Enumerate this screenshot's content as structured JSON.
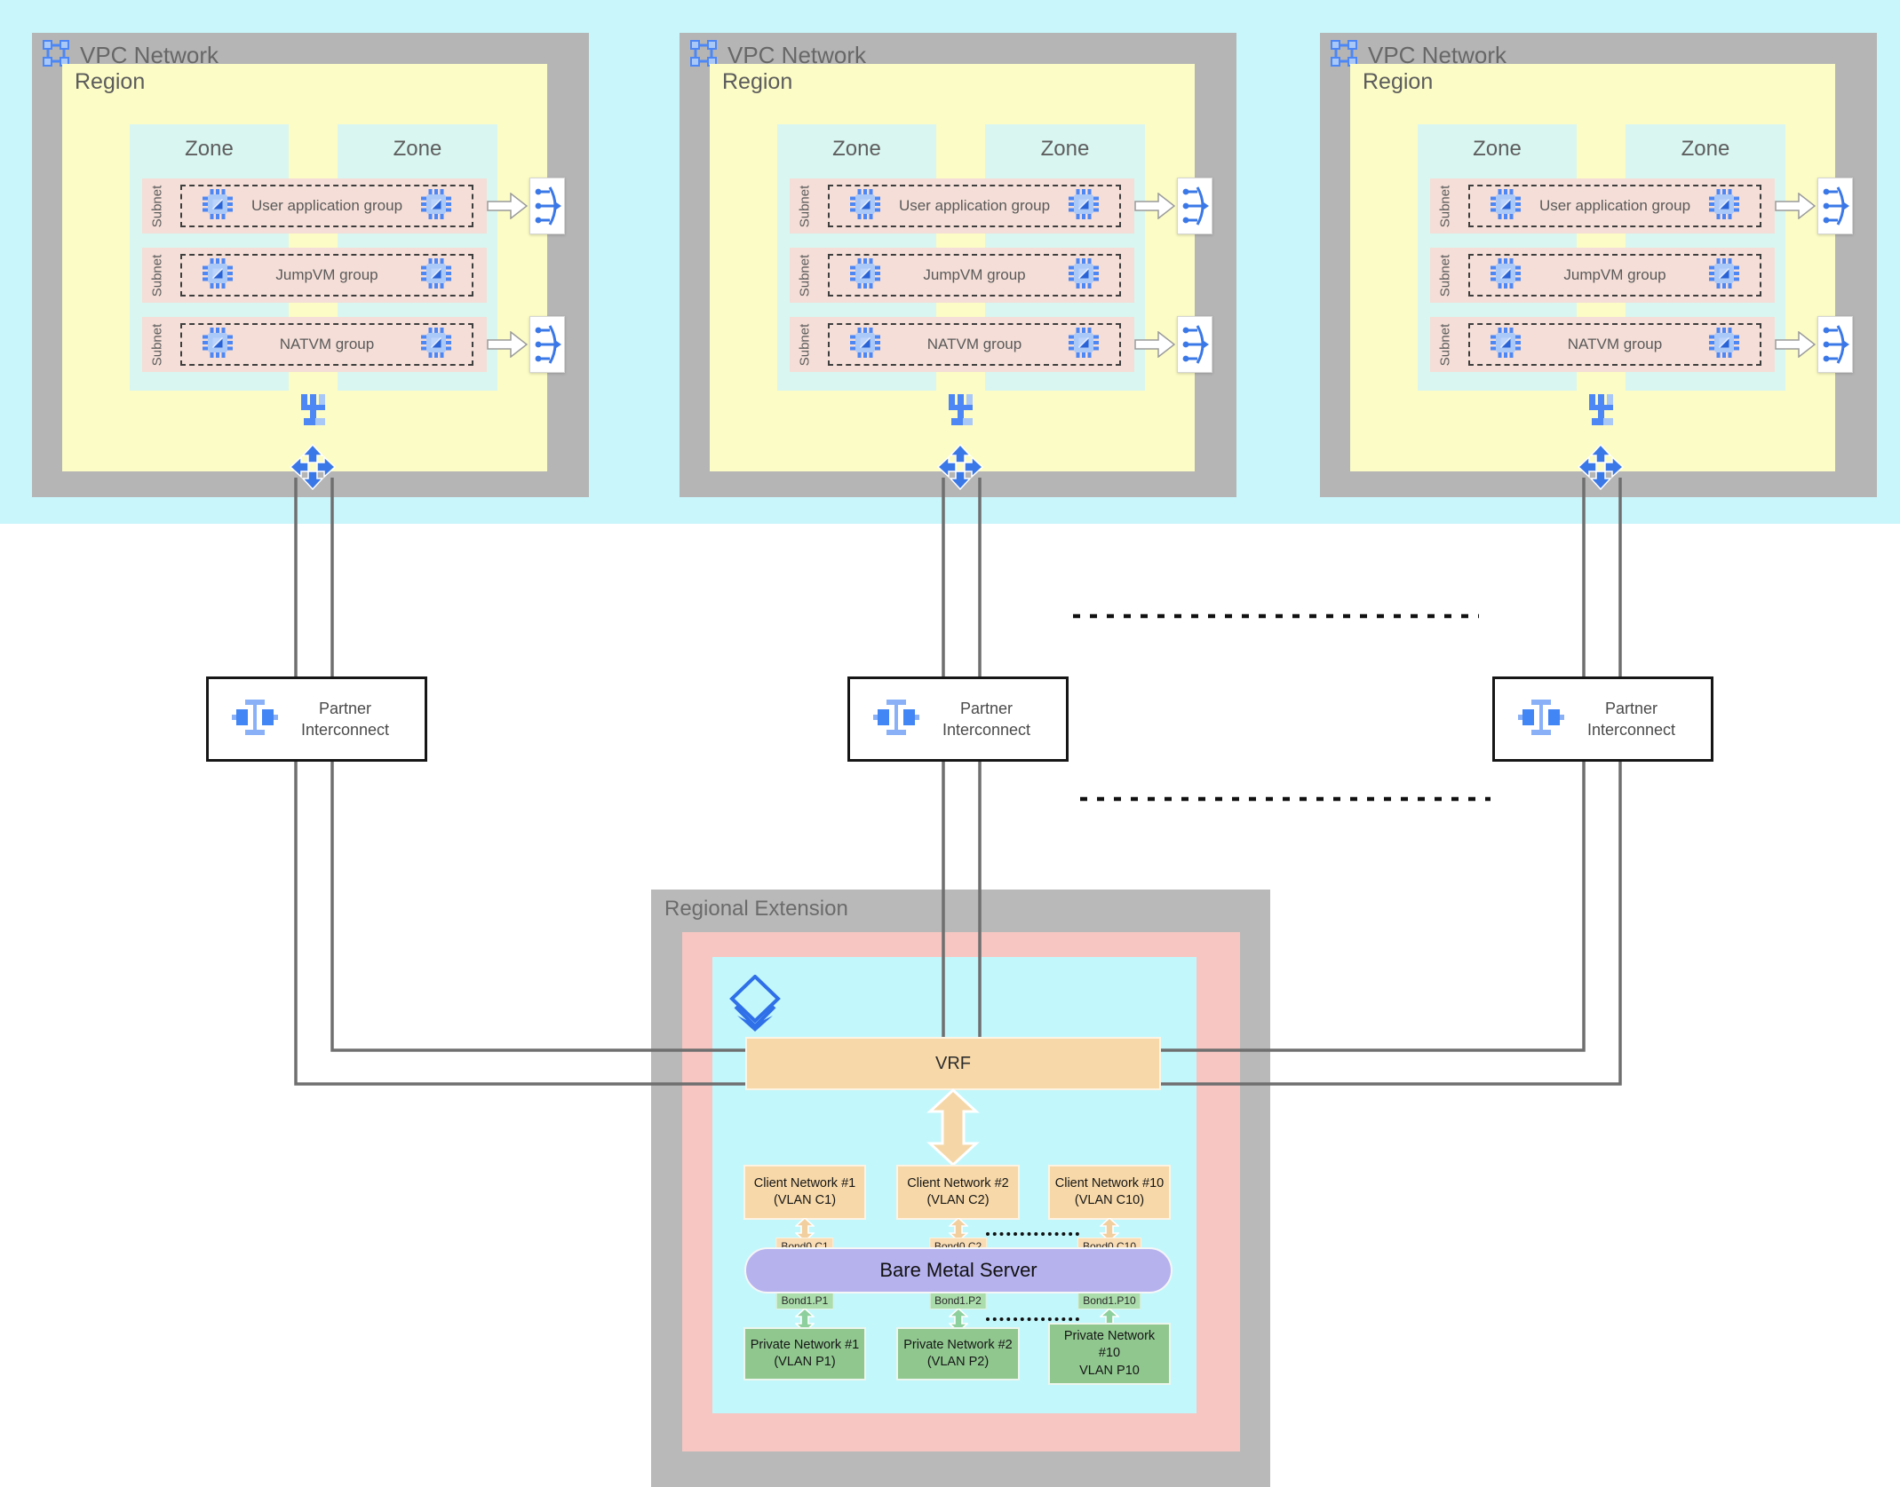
{
  "colors": {
    "band_cyan": "#c9f6fb",
    "vpc_gray": "#b5b5b5",
    "region_yellow": "#fcfcc6",
    "zone_cyan": "#d9f6f1",
    "subnet_pink": "#f4ded7",
    "re_gray": "#b9b9b9",
    "re_pink": "#f7c6c2",
    "re_cyan": "#c2f7fc",
    "orange_fill": "#f7d8a8",
    "bms_purple": "#b6b2ee",
    "pn_green": "#90c78f",
    "icon_blue": "#4d87f5",
    "icon_blue_light": "#a9c7f7",
    "line_gray": "#6f6f6f"
  },
  "vpc_networks": [
    {
      "title": "VPC Network",
      "region": {
        "title": "Region",
        "zones": [
          {
            "title": "Zone"
          },
          {
            "title": "Zone"
          }
        ],
        "subnets": [
          {
            "side_label": "Subnet",
            "group": "User application group",
            "has_lb": true
          },
          {
            "side_label": "Subnet",
            "group": "JumpVM group",
            "has_lb": false
          },
          {
            "side_label": "Subnet",
            "group": "NATVM group",
            "has_lb": true
          }
        ]
      }
    },
    {
      "title": "VPC Network",
      "region": {
        "title": "Region",
        "zones": [
          {
            "title": "Zone"
          },
          {
            "title": "Zone"
          }
        ],
        "subnets": [
          {
            "side_label": "Subnet",
            "group": "User application group",
            "has_lb": true
          },
          {
            "side_label": "Subnet",
            "group": "JumpVM group",
            "has_lb": false
          },
          {
            "side_label": "Subnet",
            "group": "NATVM group",
            "has_lb": true
          }
        ]
      }
    },
    {
      "title": "VPC Network",
      "region": {
        "title": "Region",
        "zones": [
          {
            "title": "Zone"
          },
          {
            "title": "Zone"
          }
        ],
        "subnets": [
          {
            "side_label": "Subnet",
            "group": "User application group",
            "has_lb": true
          },
          {
            "side_label": "Subnet",
            "group": "JumpVM group",
            "has_lb": false
          },
          {
            "side_label": "Subnet",
            "group": "NATVM group",
            "has_lb": true
          }
        ]
      }
    }
  ],
  "interconnects": [
    {
      "line1": "Partner",
      "line2": "Interconnect"
    },
    {
      "line1": "Partner",
      "line2": "Interconnect"
    },
    {
      "line1": "Partner",
      "line2": "Interconnect"
    }
  ],
  "regional_extension": {
    "title": "Regional Extension",
    "vrf_label": "VRF",
    "server_label": "Bare Metal Server",
    "columns": [
      {
        "client_lines": [
          "Client Network #1",
          "(VLAN C1)"
        ],
        "bond_client": "Bond0.C1",
        "bond_private": "Bond1.P1",
        "private_lines": [
          "Private Network #1",
          "(VLAN P1)"
        ]
      },
      {
        "client_lines": [
          "Client Network #2",
          "(VLAN C2)"
        ],
        "bond_client": "Bond0.C2",
        "bond_private": "Bond1.P2",
        "private_lines": [
          "Private Network #2",
          "(VLAN P2)"
        ]
      },
      {
        "client_lines": [
          "Client Network #10",
          "(VLAN C10)"
        ],
        "bond_client": "Bond0.C10",
        "bond_private": "Bond1.P10",
        "private_lines": [
          "Private Network",
          "#10",
          "VLAN P10"
        ]
      }
    ]
  }
}
